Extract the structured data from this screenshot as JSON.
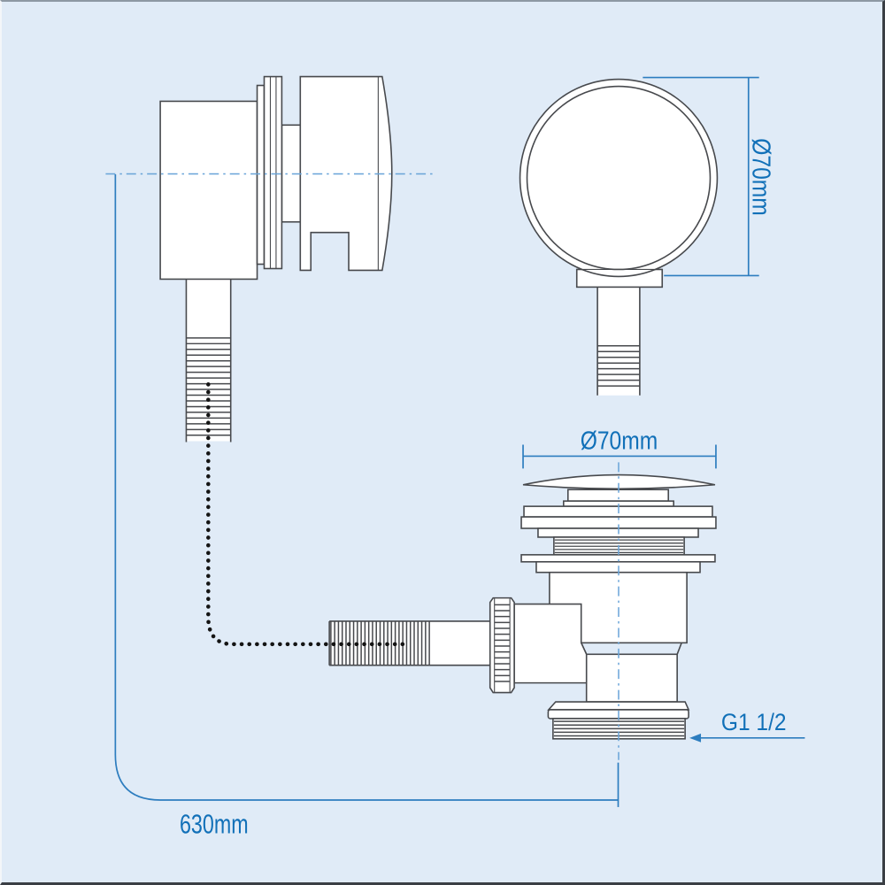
{
  "drawing": {
    "labels": {
      "front_diameter": "Ø70mm",
      "waste_diameter": "Ø70mm",
      "thread_size": "G1 1/2",
      "overall_length": "630mm"
    },
    "colors": {
      "bg": "#e0ebf7",
      "fill": "#ffffff",
      "line": "#47494d",
      "dim": "#2d7dbf",
      "dimtext": "#1170b8",
      "centerline": "#68a3d8",
      "chain": "#141414",
      "border_top": "#8d98a3",
      "border_left": "#f3f6f9",
      "border_dark": "#3a3e44"
    }
  }
}
